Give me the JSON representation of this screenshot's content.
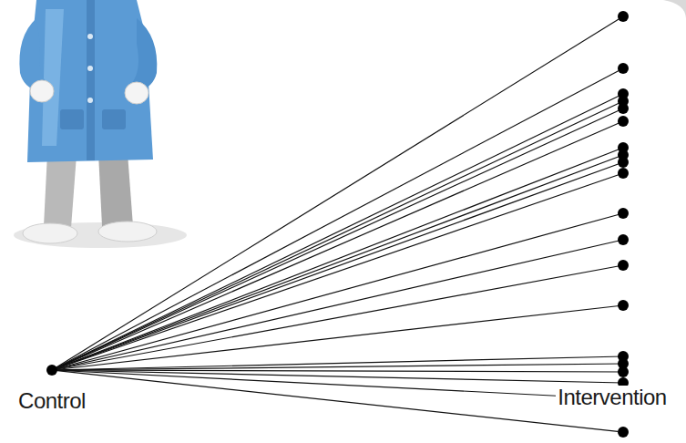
{
  "diagram": {
    "nodes": [
      {
        "text": [
          "Control"
        ]
      },
      {
        "text": [
          "Intervention"
        ]
      }
    ],
    "edges": [
      {
        "from": 0,
        "to": 1,
        "arrow": "none"
      }
    ]
  }
}
